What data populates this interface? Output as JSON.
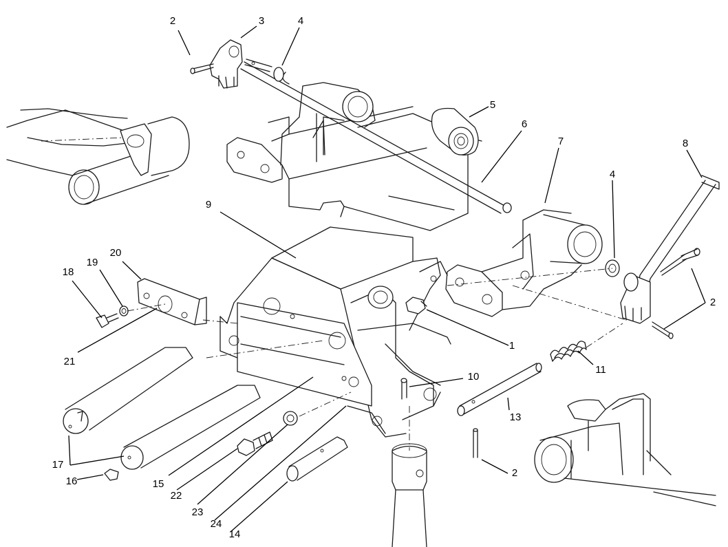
{
  "callouts": [
    {
      "id": "c1",
      "text": "1"
    },
    {
      "id": "c2a",
      "text": "2"
    },
    {
      "id": "c2b",
      "text": "2"
    },
    {
      "id": "c2c",
      "text": "2"
    },
    {
      "id": "c3",
      "text": "3"
    },
    {
      "id": "c4a",
      "text": "4"
    },
    {
      "id": "c4b",
      "text": "4"
    },
    {
      "id": "c5",
      "text": "5"
    },
    {
      "id": "c6",
      "text": "6"
    },
    {
      "id": "c7",
      "text": "7"
    },
    {
      "id": "c8",
      "text": "8"
    },
    {
      "id": "c9",
      "text": "9"
    },
    {
      "id": "c10",
      "text": "10"
    },
    {
      "id": "c11",
      "text": "11"
    },
    {
      "id": "c13",
      "text": "13"
    },
    {
      "id": "c14",
      "text": "14"
    },
    {
      "id": "c15",
      "text": "15"
    },
    {
      "id": "c16",
      "text": "16"
    },
    {
      "id": "c17",
      "text": "17"
    },
    {
      "id": "c18",
      "text": "18"
    },
    {
      "id": "c19",
      "text": "19"
    },
    {
      "id": "c20",
      "text": "20"
    },
    {
      "id": "c21",
      "text": "21"
    },
    {
      "id": "c22",
      "text": "22"
    },
    {
      "id": "c23",
      "text": "23"
    },
    {
      "id": "c24",
      "text": "24"
    }
  ]
}
